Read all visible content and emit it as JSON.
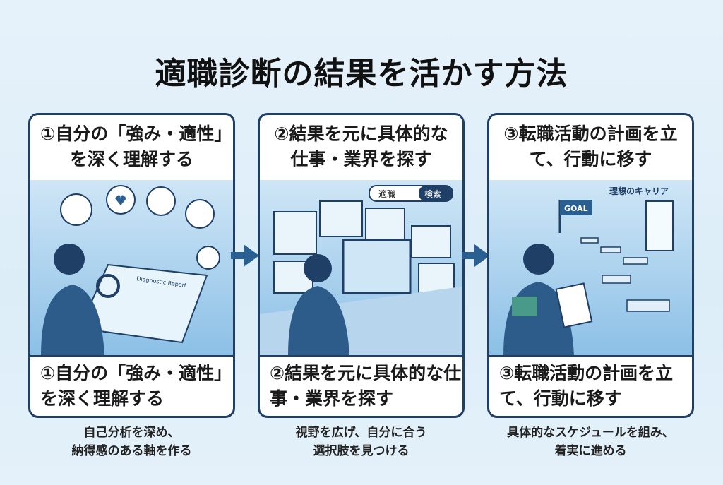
{
  "title": "適職診断の結果を活かす方法",
  "steps": [
    {
      "heading": "①自分の「強み・適性」を深く理解する",
      "footer": "①自分の「強み・適性」を深く理解する",
      "caption_lines": [
        "自己分析を深め、",
        "納得感のある軸を作る"
      ],
      "illustration": {
        "report_label": "Diagnostic Report"
      }
    },
    {
      "heading": "②結果を元に具体的な仕事・業界を探す",
      "footer": "②結果を元に具体的な仕事・業界を探す",
      "caption_lines": [
        "視野を広げ、自分に合う",
        "選択肢を見つける"
      ],
      "illustration": {
        "search_value": "適職",
        "search_button": "検索"
      }
    },
    {
      "heading": "③転職活動の計画を立て、行動に移す",
      "footer": "③転職活動の計画を立て、行動に移す",
      "caption_lines": [
        "具体的なスケジュールを組み、",
        "着実に進める"
      ],
      "illustration": {
        "goal_label": "GOAL",
        "career_label": "理想のキャリア"
      }
    }
  ],
  "colors": {
    "border": "#1f3f66",
    "accent": "#2a5f92",
    "background": "#e6f2fa"
  }
}
